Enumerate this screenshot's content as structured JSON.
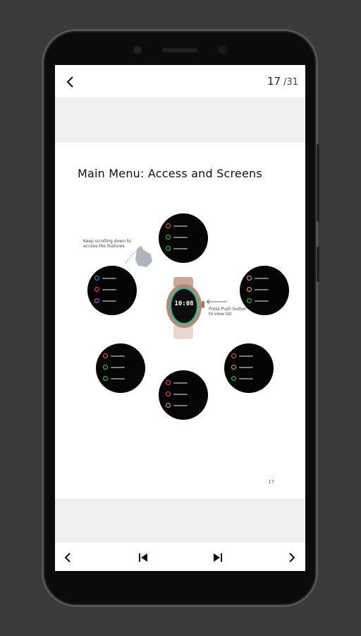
{
  "viewer": {
    "page_current": "17",
    "page_total": "/31"
  },
  "document": {
    "title": "Main Menu: Access and Screens",
    "footer_page": "17",
    "annotations": {
      "scroll": "Keep scrolling down to access the features",
      "press": "Press Push button to view list"
    },
    "watch": {
      "time": "10:08"
    },
    "menus": [
      {
        "name": "menu-top",
        "colors": [
          "#ff5a3c",
          "#25d366",
          "#25d366"
        ]
      },
      {
        "name": "menu-right-upper",
        "colors": [
          "#ffb020",
          "#ffb020",
          "#25d366"
        ]
      },
      {
        "name": "menu-right-lower",
        "colors": [
          "#ff5a3c",
          "#ffb020",
          "#25d366"
        ]
      },
      {
        "name": "menu-bottom",
        "colors": [
          "#ff5a3c",
          "#ff5a3c",
          "#ffb020"
        ]
      },
      {
        "name": "menu-left-lower",
        "colors": [
          "#ff5a3c",
          "#25d366",
          "#25d366"
        ]
      },
      {
        "name": "menu-left-upper",
        "colors": [
          "#2a8cff",
          "#ff3a6a",
          "#b06bff"
        ]
      }
    ]
  },
  "icons": {
    "back": "chevron-left-icon",
    "prev": "chevron-left-icon",
    "first": "skip-start-icon",
    "last": "skip-end-icon",
    "next": "chevron-right-icon"
  },
  "colors": {
    "background": "#3a3a3a",
    "phone": "#0b0b0b",
    "band": "#efefef"
  }
}
